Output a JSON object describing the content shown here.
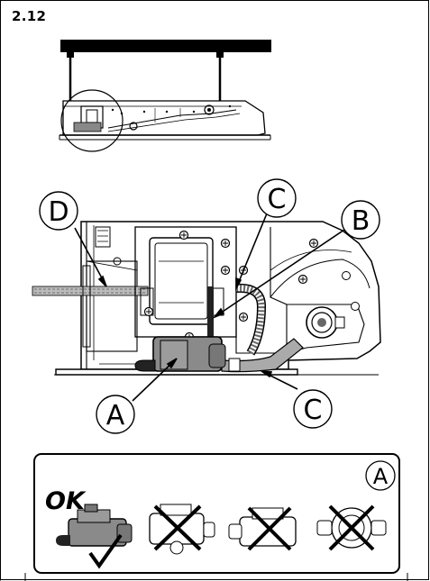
{
  "step_label": "2.12",
  "callouts": {
    "a_main": "A",
    "b": "B",
    "c_top": "C",
    "c_bottom": "C",
    "d": "D",
    "a_panel": "A"
  },
  "ok_label": "OK",
  "icons": [
    "checkmark-icon",
    "cross-icon"
  ]
}
